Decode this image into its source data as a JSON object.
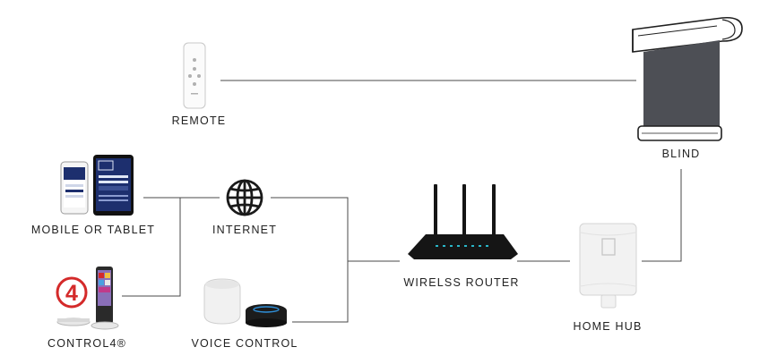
{
  "nodes": {
    "remote": {
      "label": "REMOTE"
    },
    "blind": {
      "label": "BLIND"
    },
    "mobile": {
      "label": "MOBILE OR TABLET"
    },
    "internet": {
      "label": "INTERNET"
    },
    "router": {
      "label": "WIRELSS ROUTER"
    },
    "hub": {
      "label": "HOME HUB"
    },
    "control4": {
      "label": "CONTROL4®",
      "badge": "4"
    },
    "voice": {
      "label": "VOICE CONTROL"
    }
  },
  "colors": {
    "line": "#4a4a4a",
    "blind_fabric": "#4d4f55",
    "tablet_screen": "#1d2f6e",
    "control4_red": "#d42a2a",
    "router_body": "#151515",
    "router_led": "#2ab6c8",
    "voice_light": "#2f8fd8",
    "hub_body": "#f2f2f2"
  }
}
